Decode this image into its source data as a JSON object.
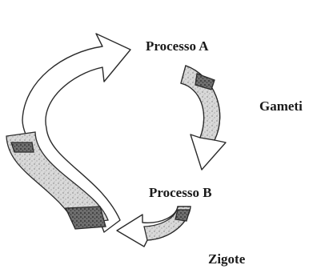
{
  "labels": {
    "processo_a": "Processo A",
    "gameti": "Gameti",
    "processo_b": "Processo B",
    "zigote": "Zigote"
  }
}
